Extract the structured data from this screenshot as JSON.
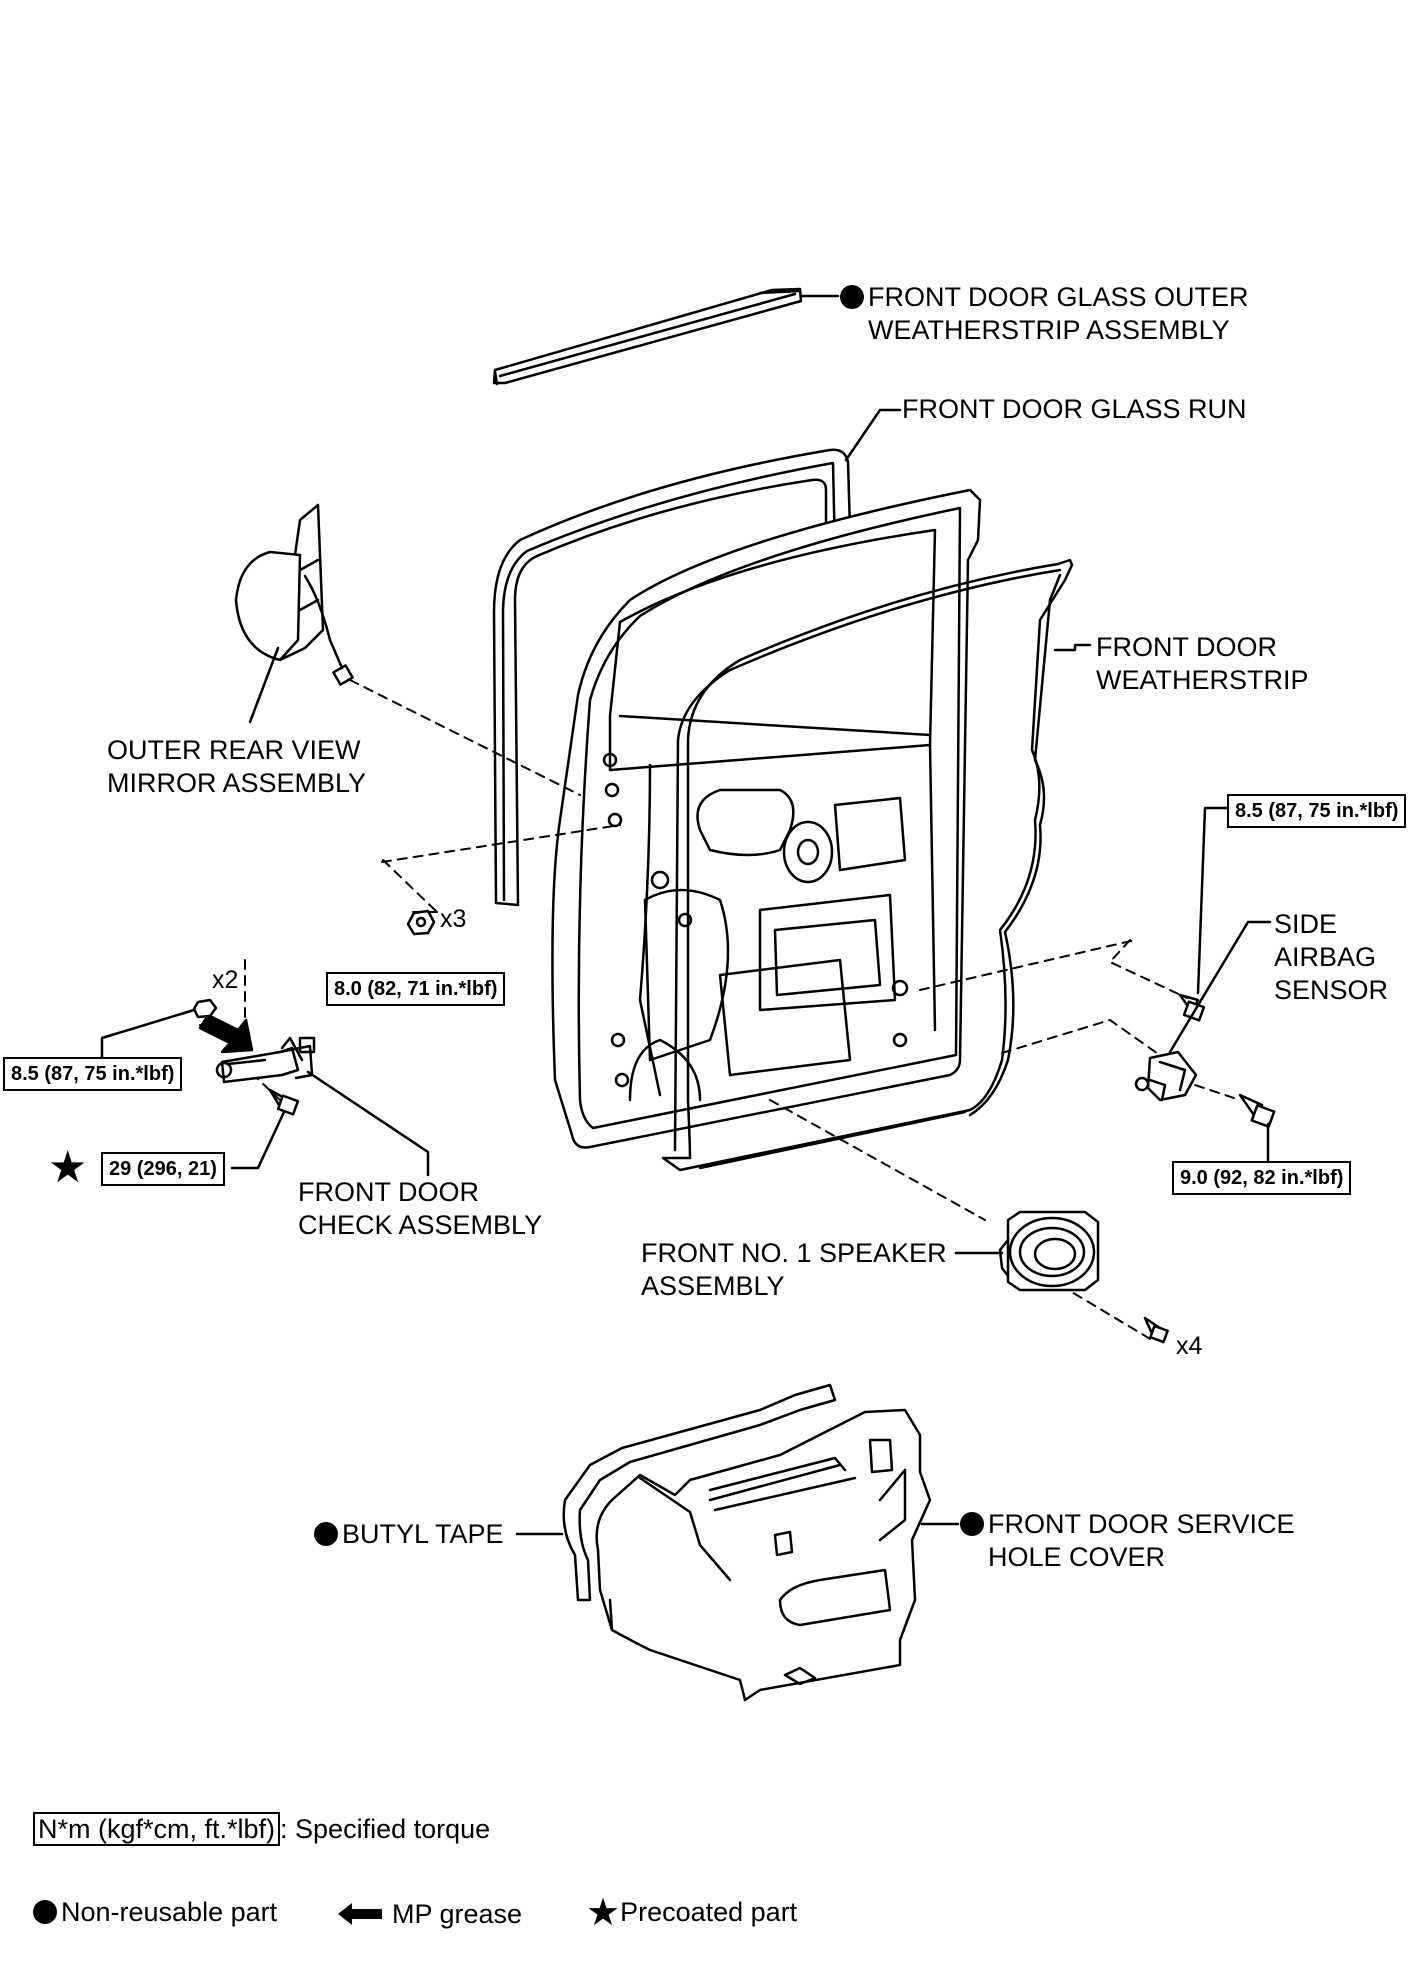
{
  "labels": {
    "glass_outer_weatherstrip": [
      "FRONT DOOR GLASS OUTER",
      "WEATHERSTRIP ASSEMBLY"
    ],
    "glass_run": "FRONT DOOR GLASS RUN",
    "door_weatherstrip": [
      "FRONT DOOR",
      "WEATHERSTRIP"
    ],
    "outer_mirror": [
      "OUTER REAR VIEW",
      "MIRROR ASSEMBLY"
    ],
    "side_airbag_sensor": [
      "SIDE",
      "AIRBAG",
      "SENSOR"
    ],
    "door_check": [
      "FRONT DOOR",
      "CHECK ASSEMBLY"
    ],
    "speaker": [
      "FRONT NO. 1 SPEAKER",
      "ASSEMBLY"
    ],
    "butyl_tape": "BUTYL TAPE",
    "service_hole_cover": [
      "FRONT DOOR SERVICE",
      "HOLE COVER"
    ]
  },
  "torques": {
    "airbag_top": "8.5 (87, 75 in.*lbf)",
    "mirror_nuts": "8.0 (82, 71 in.*lbf)",
    "check_nuts": "8.5 (87, 75 in.*lbf)",
    "check_bolt": "29 (296, 21)",
    "airbag_bottom": "9.0 (92, 82 in.*lbf)"
  },
  "quantities": {
    "mirror_nuts": "x3",
    "check_nuts": "x2",
    "speaker_screws": "x4"
  },
  "legend": {
    "torque_box": "N*m (kgf*cm, ft.*lbf)",
    "torque_text": ": Specified torque",
    "non_reusable": "Non-reusable part",
    "mp_grease": "MP grease",
    "precoated": "Precoated part"
  },
  "icons": {
    "non_reusable": "filled-circle-icon",
    "mp_grease": "left-arrow-icon",
    "precoated": "star-icon"
  }
}
